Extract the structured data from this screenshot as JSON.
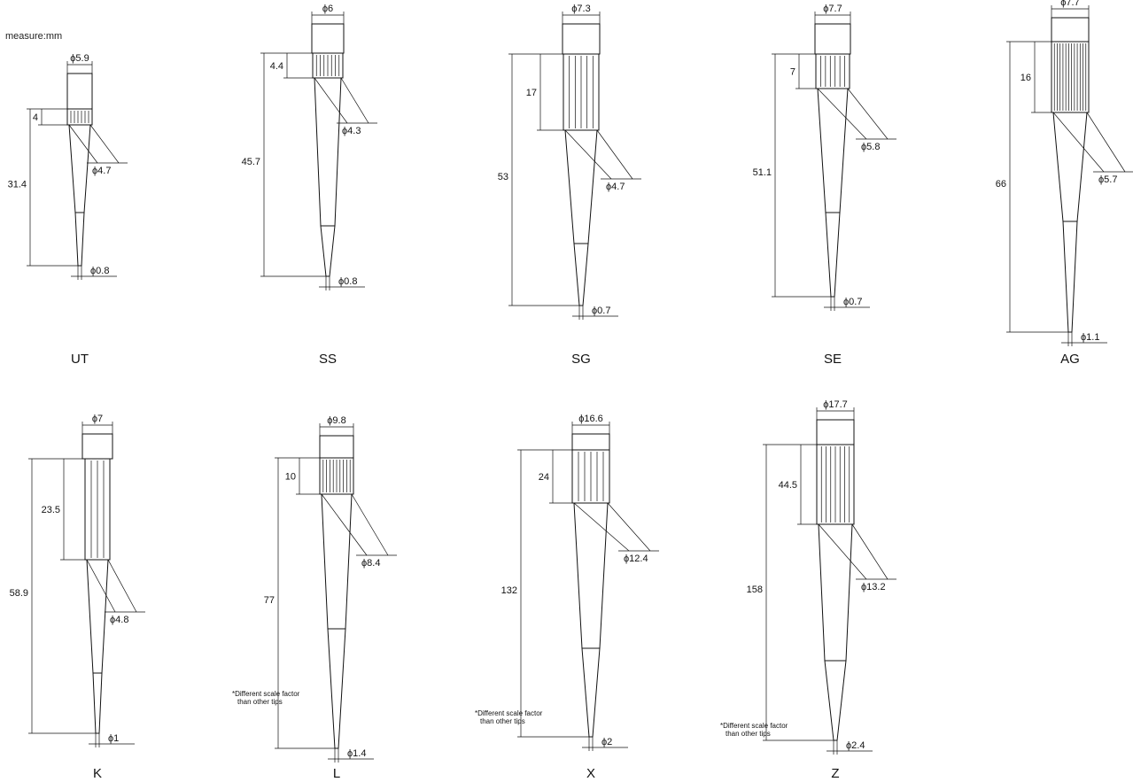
{
  "measure_label": "measure:mm",
  "scale_note_line1": "*Different scale factor",
  "scale_note_line2": "than other tips",
  "tips": [
    {
      "id": "ut",
      "name": "UT",
      "d_top": "ϕ5.9",
      "h_collar": "4",
      "h_total": "31.4",
      "d_mid": "ϕ4.7",
      "d_end": "ϕ0.8"
    },
    {
      "id": "ss",
      "name": "SS",
      "d_top": "ϕ6",
      "h_collar": "4.4",
      "h_total": "45.7",
      "d_mid": "ϕ4.3",
      "d_end": "ϕ0.8"
    },
    {
      "id": "sg",
      "name": "SG",
      "d_top": "ϕ7.3",
      "h_collar": "17",
      "h_total": "53",
      "d_mid": "ϕ4.7",
      "d_end": "ϕ0.7"
    },
    {
      "id": "se",
      "name": "SE",
      "d_top": "ϕ7.7",
      "h_collar": "7",
      "h_total": "51.1",
      "d_mid": "ϕ5.8",
      "d_end": "ϕ0.7"
    },
    {
      "id": "ag",
      "name": "AG",
      "d_top": "ϕ7.7",
      "h_collar": "16",
      "h_total": "66",
      "d_mid": "ϕ5.7",
      "d_end": "ϕ1.1"
    },
    {
      "id": "k",
      "name": "K",
      "d_top": "ϕ7",
      "h_collar": "23.5",
      "h_total": "58.9",
      "d_mid": "ϕ4.8",
      "d_end": "ϕ1"
    },
    {
      "id": "l",
      "name": "L",
      "d_top": "ϕ9.8",
      "h_collar": "10",
      "h_total": "77",
      "d_mid": "ϕ8.4",
      "d_end": "ϕ1.4",
      "note": true
    },
    {
      "id": "x",
      "name": "X",
      "d_top": "ϕ16.6",
      "h_collar": "24",
      "h_total": "132",
      "d_mid": "ϕ12.4",
      "d_end": "ϕ2",
      "note": true
    },
    {
      "id": "z",
      "name": "Z",
      "d_top": "ϕ17.7",
      "h_collar": "44.5",
      "h_total": "158",
      "d_mid": "ϕ13.2",
      "d_end": "ϕ2.4",
      "note": true
    }
  ]
}
